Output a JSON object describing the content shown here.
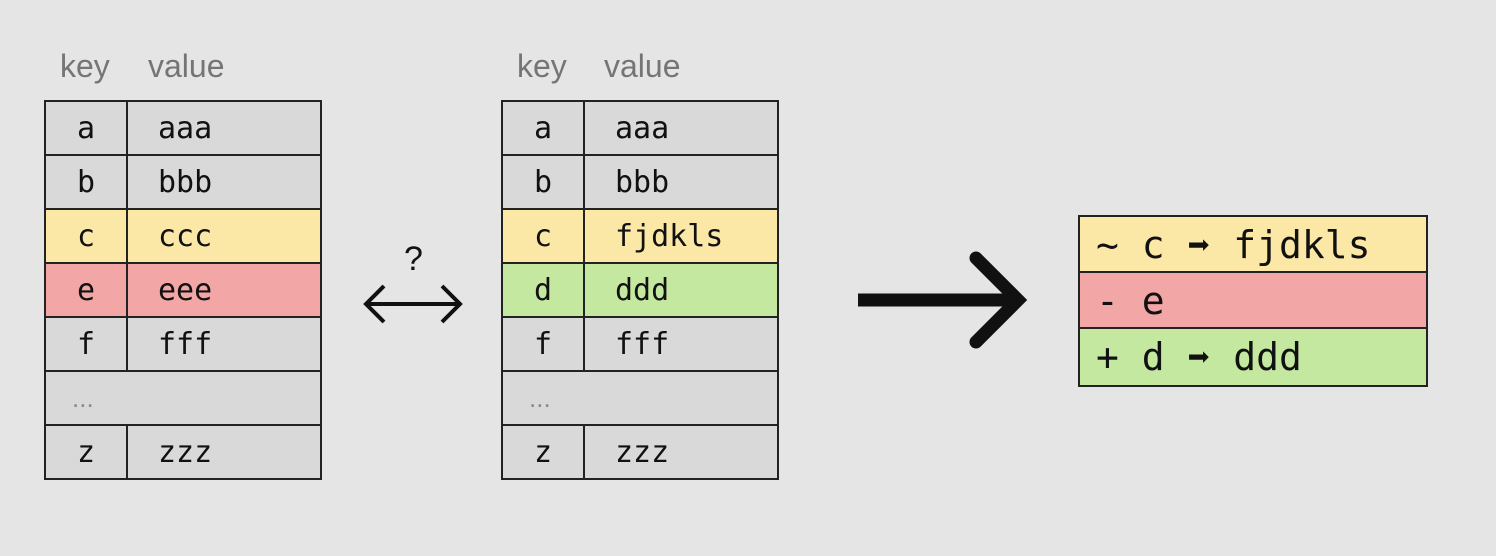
{
  "left_table": {
    "key_header": "key",
    "value_header": "value",
    "rows": [
      {
        "key": "a",
        "value": "aaa",
        "status": "same"
      },
      {
        "key": "b",
        "value": "bbb",
        "status": "same"
      },
      {
        "key": "c",
        "value": "ccc",
        "status": "changed"
      },
      {
        "key": "e",
        "value": "eee",
        "status": "removed"
      },
      {
        "key": "f",
        "value": "fff",
        "status": "same"
      },
      {
        "ellipsis": "..."
      },
      {
        "key": "z",
        "value": "zzz",
        "status": "same"
      }
    ]
  },
  "right_table": {
    "key_header": "key",
    "value_header": "value",
    "rows": [
      {
        "key": "a",
        "value": "aaa",
        "status": "same"
      },
      {
        "key": "b",
        "value": "bbb",
        "status": "same"
      },
      {
        "key": "c",
        "value": "fjdkls",
        "status": "changed"
      },
      {
        "key": "d",
        "value": "ddd",
        "status": "added"
      },
      {
        "key": "f",
        "value": "fff",
        "status": "same"
      },
      {
        "ellipsis": "..."
      },
      {
        "key": "z",
        "value": "zzz",
        "status": "same"
      }
    ]
  },
  "compare_label": "?",
  "result": {
    "lines": [
      {
        "text": "~ c ➡ fjdkls",
        "status": "changed"
      },
      {
        "text": "- e",
        "status": "removed"
      },
      {
        "text": "+ d ➡ ddd",
        "status": "added"
      }
    ]
  },
  "colors": {
    "background": "#e5e5e5",
    "same": "#d9d9d9",
    "changed": "#fce8a6",
    "removed": "#f3a6a6",
    "added": "#c5e8a0"
  }
}
